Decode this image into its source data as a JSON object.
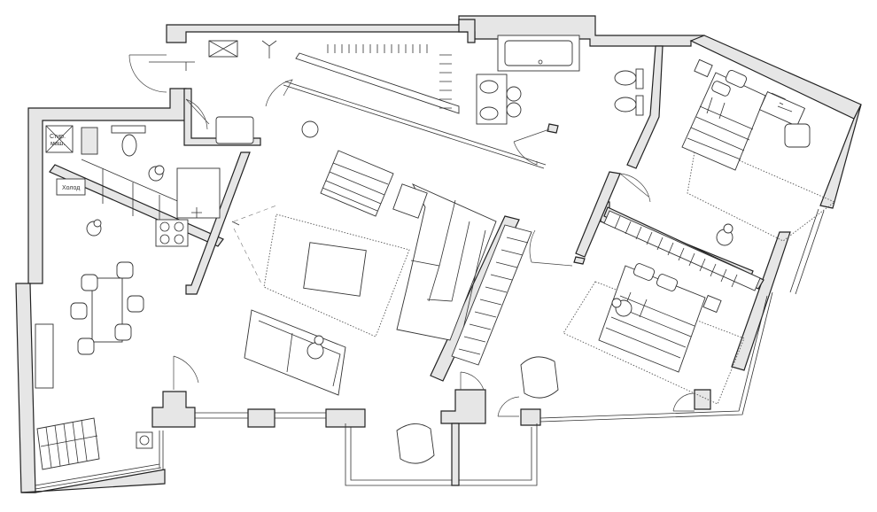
{
  "labels": {
    "fridge": "Холод",
    "boiler_line1": "Стир.",
    "boiler_line2": "маш."
  },
  "colors": {
    "wall_fill": "#e6e6e6",
    "line": "#333333",
    "background": "#ffffff"
  }
}
